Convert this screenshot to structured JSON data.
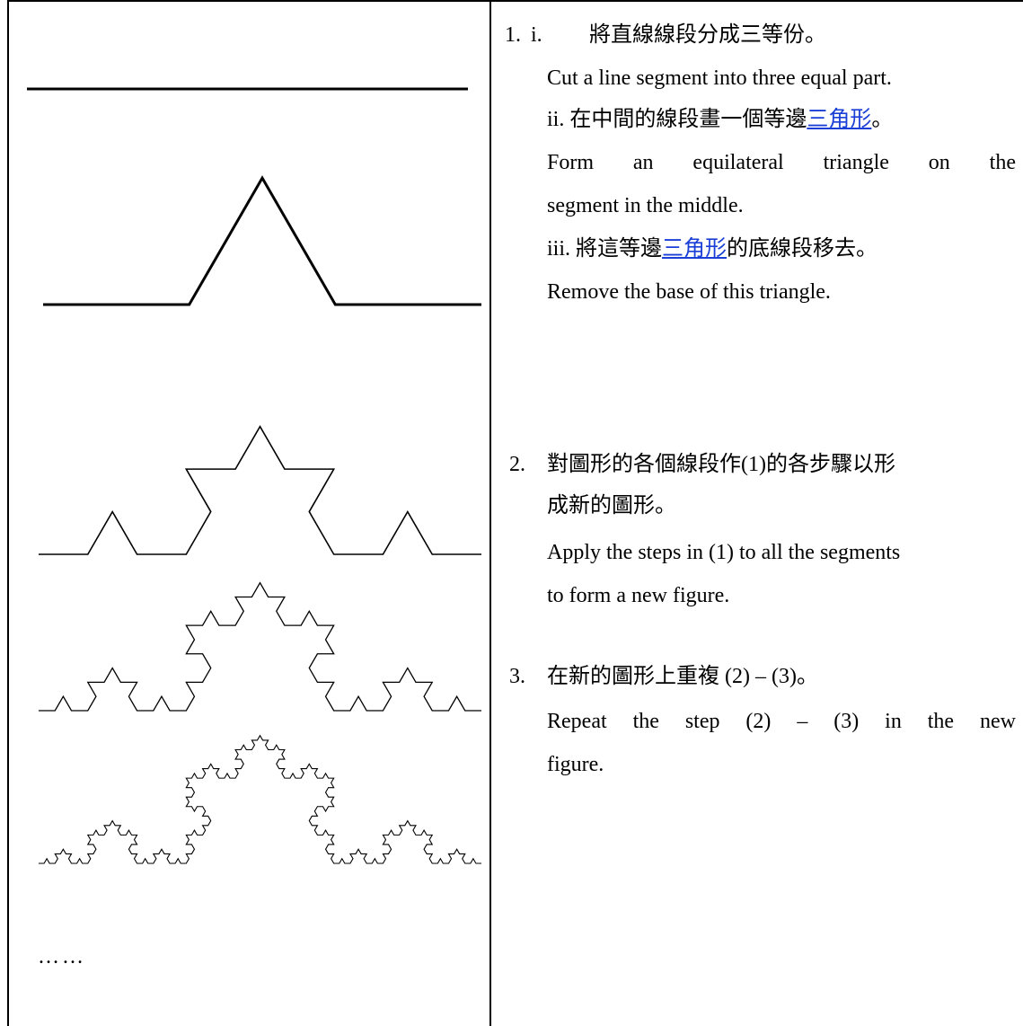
{
  "steps": {
    "s1": {
      "num": "1.",
      "i_label": "i.",
      "i_zh": "將直線線段分成三等份。",
      "i_en": "Cut a line segment into three equal part.",
      "ii_pre": "ii. 在中間的線段畫一個等邊",
      "ii_link": "三角形",
      "ii_post": "。",
      "ii_en_1": "Form an equilateral triangle on the",
      "ii_en_2": "segment in the middle.",
      "iii_pre": "iii. 將這等邊",
      "iii_link": "三角形",
      "iii_post": "的底線段移去。",
      "iii_en": "Remove the base of this triangle."
    },
    "s2": {
      "num": "2.",
      "zh_1": "對圖形的各個線段作(1)的各步驟以形",
      "zh_2": "成新的圖形。",
      "en_1": "Apply the steps in (1) to all the segments",
      "en_2": "to form a new figure."
    },
    "s3": {
      "num": "3.",
      "zh": "在新的圖形上重複 (2) – (3)。",
      "en_1": "Repeat the step (2) – (3) in the new",
      "en_2": "figure."
    }
  },
  "continuation": "……",
  "figures": [
    "line-segment",
    "koch-iteration-1",
    "koch-iteration-2",
    "koch-iteration-3",
    "koch-iteration-4"
  ],
  "link_color": "#1a3fd6"
}
